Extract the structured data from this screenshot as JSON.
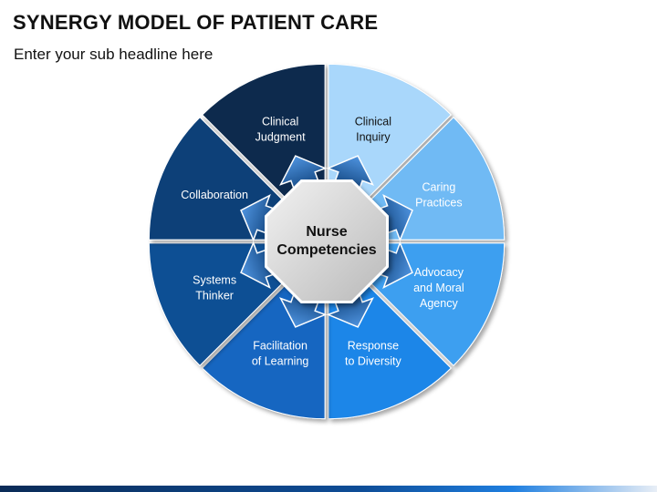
{
  "slide": {
    "title": "SYNERGY MODEL OF PATIENT CARE",
    "subtitle": "Enter your sub headline here"
  },
  "hub": {
    "lines": [
      "Nurse",
      "Competencies"
    ],
    "fill": "#d9d9d9",
    "arrow_color": "#1a5fb4"
  },
  "segments": [
    {
      "id": "clinical-judgment",
      "lines": [
        "Clinical",
        "Judgment"
      ],
      "fill": "#0b2a4e",
      "text_color": "#ffffff"
    },
    {
      "id": "clinical-inquiry",
      "lines": [
        "Clinical",
        "Inquiry"
      ],
      "fill": "#a9d7fb",
      "text_color": "#111111"
    },
    {
      "id": "caring-practices",
      "lines": [
        "Caring",
        "Practices"
      ],
      "fill": "#6fbaf4",
      "text_color": "#ffffff"
    },
    {
      "id": "advocacy-and-moral-agency",
      "lines": [
        "Advocacy",
        "and Moral",
        "Agency"
      ],
      "fill": "#3e9ff0",
      "text_color": "#ffffff"
    },
    {
      "id": "response-to-diversity",
      "lines": [
        "Response",
        "to Diversity"
      ],
      "fill": "#1e86e8",
      "text_color": "#ffffff"
    },
    {
      "id": "facilitation-of-learning",
      "lines": [
        "Facilitation",
        "of Learning"
      ],
      "fill": "#1366c1",
      "text_color": "#ffffff"
    },
    {
      "id": "systems-thinker",
      "lines": [
        "Systems",
        "Thinker"
      ],
      "fill": "#0f4f94",
      "text_color": "#ffffff"
    },
    {
      "id": "collaboration",
      "lines": [
        "Collaboration"
      ],
      "fill": "#0d3f78",
      "text_color": "#ffffff"
    }
  ]
}
